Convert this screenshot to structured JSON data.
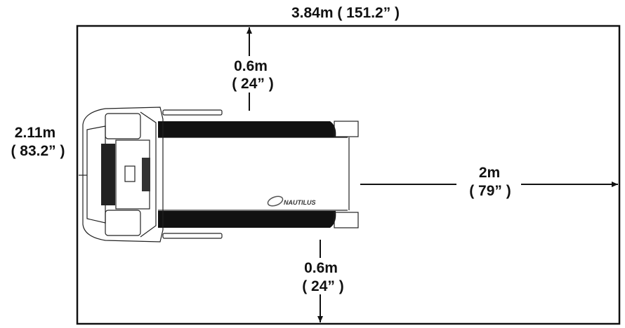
{
  "diagram": {
    "width_label": "3.84m ( 151.2” )",
    "height_label_m": "2.11m",
    "height_label_in": "( 83.2” )",
    "top_clearance_m": "0.6m",
    "top_clearance_in": "( 24” )",
    "rear_clearance_m": "2m",
    "rear_clearance_in": "( 79” )",
    "bottom_clearance_m": "0.6m",
    "bottom_clearance_in": "( 24” )",
    "brand_logo": "NAUTILUS"
  },
  "colors": {
    "line": "#111111",
    "background": "#ffffff"
  }
}
